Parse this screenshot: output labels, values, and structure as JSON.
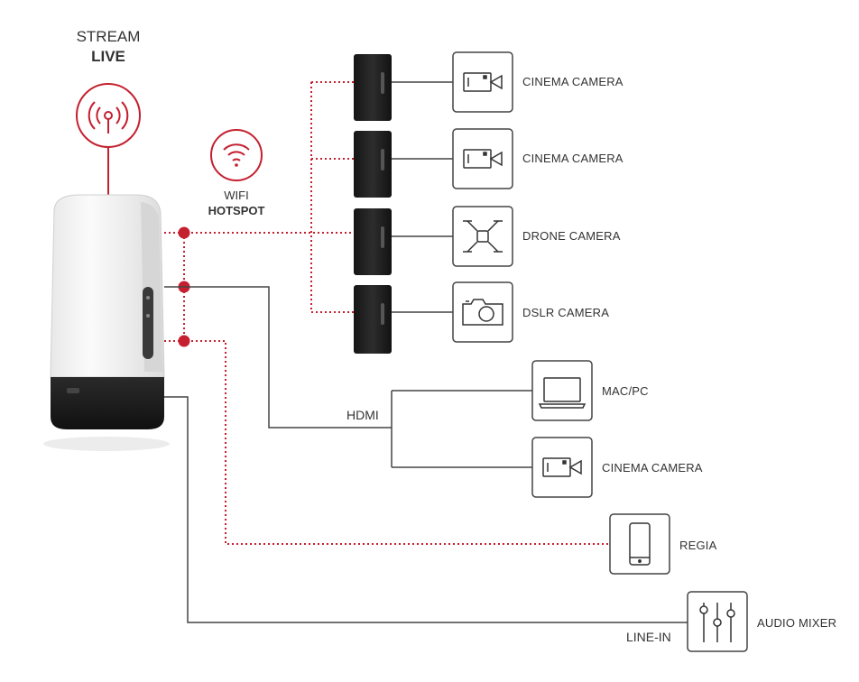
{
  "title": {
    "line1": "STREAM",
    "line2": "LIVE"
  },
  "wifi": {
    "line1": "WIFI",
    "line2": "HOTSPOT"
  },
  "cameras_wireless": [
    {
      "label": "CINEMA CAMERA",
      "icon": "cinema-camera-icon"
    },
    {
      "label": "CINEMA CAMERA",
      "icon": "cinema-camera-icon"
    },
    {
      "label": "DRONE CAMERA",
      "icon": "drone-icon"
    },
    {
      "label": "DSLR CAMERA",
      "icon": "dslr-camera-icon"
    }
  ],
  "hdmi": {
    "label": "HDMI",
    "targets": [
      {
        "label": "MAC/PC",
        "icon": "laptop-icon"
      },
      {
        "label": "CINEMA CAMERA",
        "icon": "cinema-camera-icon"
      }
    ]
  },
  "regia": {
    "label": "REGIA",
    "icon": "smartphone-icon"
  },
  "audio": {
    "label": "AUDIO MIXER",
    "connector": "LINE-IN",
    "icon": "mixer-icon"
  },
  "colors": {
    "accent": "#c4202f",
    "line": "#444444",
    "device": "#1f1f1f"
  }
}
